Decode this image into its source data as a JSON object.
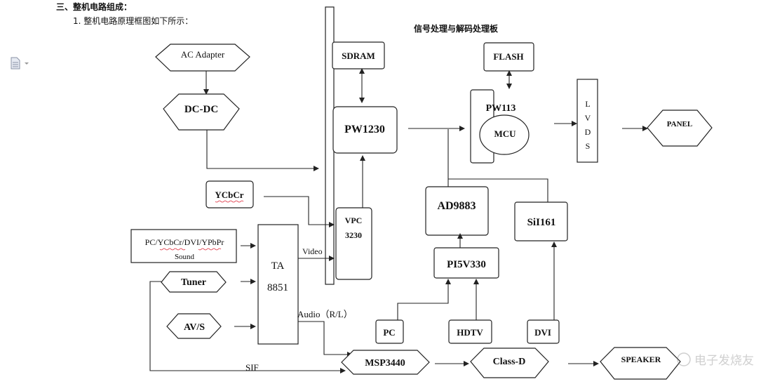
{
  "heading": {
    "section": "三、整机电路组成：",
    "item": "1. 整机电路原理框图如下所示："
  },
  "board_title": "信号处理与解码处理板",
  "blocks": {
    "ac_adapter": "AC Adapter",
    "dcdc": "DC-DC",
    "sdram": "SDRAM",
    "flash": "FLASH",
    "pw1230": "PW1230",
    "pw113": "PW113",
    "mcu": "MCU",
    "lvds": [
      "L",
      "V",
      "D",
      "S"
    ],
    "panel": "PANEL",
    "ycbcr": "YCbCr",
    "vpc": [
      "VPC",
      "3230"
    ],
    "pc_input": [
      "PC/YCbCr/DVI/YPbPr",
      "Sound"
    ],
    "ta": [
      "TA",
      "8851"
    ],
    "tuner": "Tuner",
    "avs": "AV/S",
    "ad9883": "AD9883",
    "sil161": "SiI161",
    "pi5v330": "PI5V330",
    "pc": "PC",
    "hdtv": "HDTV",
    "dvi": "DVI",
    "msp3440": "MSP3440",
    "classd": "Class-D",
    "speaker": "SPEAKER"
  },
  "labels": {
    "video": "Video",
    "audio": "Audio（R/L）",
    "sif": "SIF"
  },
  "watermark": "电子发烧友"
}
